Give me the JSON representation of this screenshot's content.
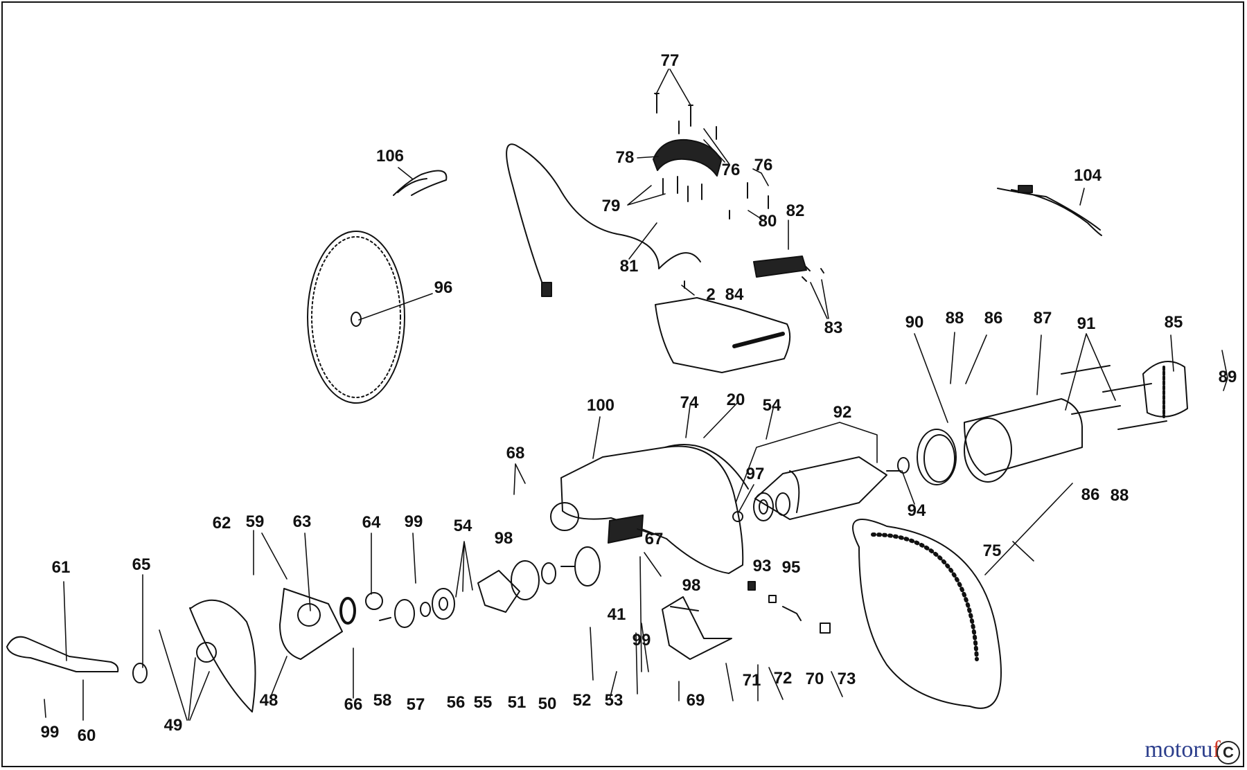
{
  "diagram": {
    "labels": [
      {
        "id": "l77",
        "text": "77"
      },
      {
        "id": "l106",
        "text": "106"
      },
      {
        "id": "l78",
        "text": "78"
      },
      {
        "id": "l76a",
        "text": "76"
      },
      {
        "id": "l76b",
        "text": "76"
      },
      {
        "id": "l104",
        "text": "104"
      },
      {
        "id": "l79",
        "text": "79"
      },
      {
        "id": "l80",
        "text": "80"
      },
      {
        "id": "l82",
        "text": "82"
      },
      {
        "id": "l81",
        "text": "81"
      },
      {
        "id": "l96",
        "text": "96"
      },
      {
        "id": "l2",
        "text": "2"
      },
      {
        "id": "l84",
        "text": "84"
      },
      {
        "id": "l83",
        "text": "83"
      },
      {
        "id": "l90",
        "text": "90"
      },
      {
        "id": "l88a",
        "text": "88"
      },
      {
        "id": "l86a",
        "text": "86"
      },
      {
        "id": "l87",
        "text": "87"
      },
      {
        "id": "l91",
        "text": "91"
      },
      {
        "id": "l85",
        "text": "85"
      },
      {
        "id": "l89",
        "text": "89"
      },
      {
        "id": "l100",
        "text": "100"
      },
      {
        "id": "l74",
        "text": "74"
      },
      {
        "id": "l20",
        "text": "20"
      },
      {
        "id": "l54a",
        "text": "54"
      },
      {
        "id": "l92",
        "text": "92"
      },
      {
        "id": "l68",
        "text": "68"
      },
      {
        "id": "l97",
        "text": "97"
      },
      {
        "id": "l94",
        "text": "94"
      },
      {
        "id": "l86b",
        "text": "86"
      },
      {
        "id": "l88b",
        "text": "88"
      },
      {
        "id": "l62",
        "text": "62"
      },
      {
        "id": "l59",
        "text": "59"
      },
      {
        "id": "l63",
        "text": "63"
      },
      {
        "id": "l64",
        "text": "64"
      },
      {
        "id": "l99a",
        "text": "99"
      },
      {
        "id": "l54b",
        "text": "54"
      },
      {
        "id": "l67",
        "text": "67"
      },
      {
        "id": "l98a",
        "text": "98"
      },
      {
        "id": "l75",
        "text": "75"
      },
      {
        "id": "l61",
        "text": "61"
      },
      {
        "id": "l65",
        "text": "65"
      },
      {
        "id": "l93",
        "text": "93"
      },
      {
        "id": "l95",
        "text": "95"
      },
      {
        "id": "l98b",
        "text": "98"
      },
      {
        "id": "l41",
        "text": "41"
      },
      {
        "id": "l99b",
        "text": "99"
      },
      {
        "id": "l71",
        "text": "71"
      },
      {
        "id": "l72",
        "text": "72"
      },
      {
        "id": "l70",
        "text": "70"
      },
      {
        "id": "l73",
        "text": "73"
      },
      {
        "id": "l69",
        "text": "69"
      },
      {
        "id": "l53",
        "text": "53"
      },
      {
        "id": "l52",
        "text": "52"
      },
      {
        "id": "l50",
        "text": "50"
      },
      {
        "id": "l51",
        "text": "51"
      },
      {
        "id": "l55",
        "text": "55"
      },
      {
        "id": "l56",
        "text": "56"
      },
      {
        "id": "l57",
        "text": "57"
      },
      {
        "id": "l58",
        "text": "58"
      },
      {
        "id": "l66",
        "text": "66"
      },
      {
        "id": "l48",
        "text": "48"
      },
      {
        "id": "l49",
        "text": "49"
      },
      {
        "id": "l99c",
        "text": "99"
      },
      {
        "id": "l60",
        "text": "60"
      }
    ]
  },
  "watermark": {
    "brand_prefix": "motoru",
    "brand_suffix": "f",
    "copyright": "C"
  },
  "colors": {
    "ink": "#111111",
    "brand_blue": "#2c3e8c",
    "brand_red": "#d03a2a"
  }
}
